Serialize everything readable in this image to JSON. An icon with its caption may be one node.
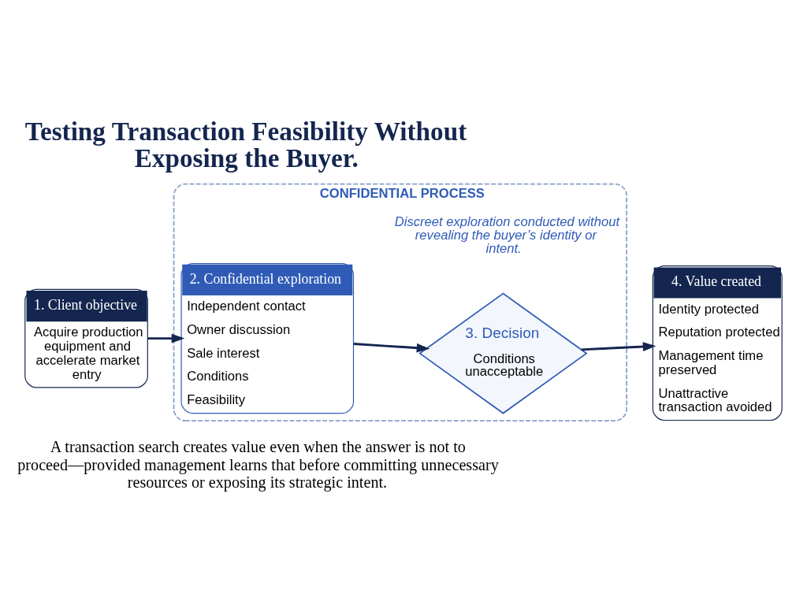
{
  "diagram": {
    "title": "Testing Transaction Feasibility Without Exposing the Buyer.",
    "caption": "A transaction search creates value even when the answer is not to proceed—provided management learns that before committing unnecessary resources or exposing its strategic intent.",
    "nodes": [
      {
        "text": [
          "1. Client objective",
          "Acquire production equipment and accelerate market entry"
        ]
      },
      {
        "text": [
          "CONFIDENTIAL PROCESS",
          "Discreet exploration conducted without revealing the buyer’s identity or intent."
        ]
      },
      {
        "text": [
          "2. Confidential exploration",
          "Independent contact",
          "Owner discussion",
          "Sale interest",
          "Conditions",
          "Feasibility"
        ],
        "in": 1
      },
      {
        "text": [
          "3. Decision",
          "Conditions unacceptable"
        ],
        "in": 1
      },
      {
        "text": [
          "4. Value created",
          "Identity protected",
          "Reputation protected",
          "Management time preserved",
          "Unattractive transaction avoided"
        ]
      }
    ],
    "edges": [
      {
        "from": 0,
        "to": 2,
        "arrow": "to"
      },
      {
        "from": 2,
        "to": 3,
        "arrow": "to"
      },
      {
        "from": 3,
        "to": 4,
        "arrow": "to"
      }
    ]
  }
}
